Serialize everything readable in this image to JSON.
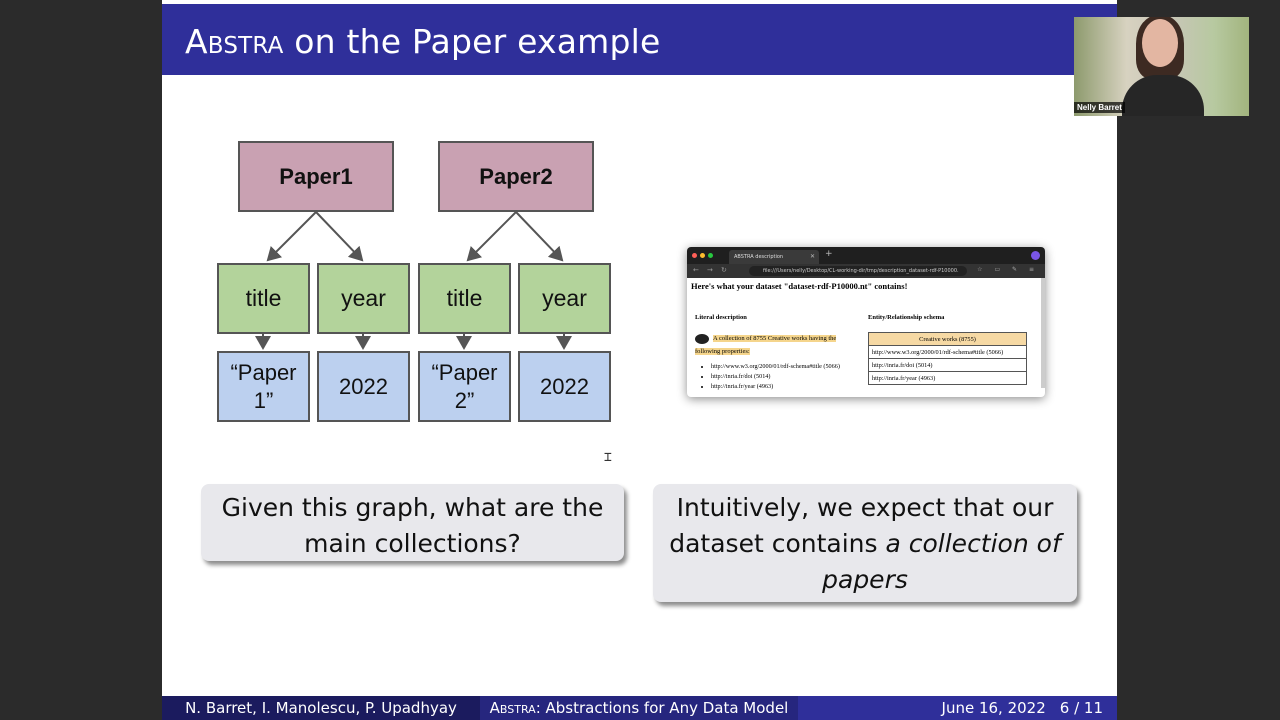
{
  "slide": {
    "title_sc": "Abstra",
    "title_rest": " on the Paper example",
    "diagram": {
      "papers": [
        "Paper1",
        "Paper2"
      ],
      "properties": [
        "title",
        "year",
        "title",
        "year"
      ],
      "values": [
        [
          "“Paper",
          "1”"
        ],
        [
          "2022"
        ],
        [
          "“Paper",
          "2”"
        ],
        [
          "2022"
        ]
      ]
    },
    "browser": {
      "tab_title": "ABSTRA description",
      "url": "file:///Users/nelly/Desktop/CL-working-dir/tmp/description_dataset-rdf-P10000.",
      "heading": "Here's what your dataset \"dataset-rdf-P10000.nt\" contains!",
      "literal_title": "Literal description",
      "er_title": "Entity/Relationship schema",
      "highlight": "A collection of 8755 Creative works having the following properties:",
      "list": [
        "http://www.w3.org/2000/01/rdf-schema#title (5066)",
        "http://inria.fr/doi (5014)",
        "http://inria.fr/year (4963)"
      ],
      "table_header": "Creative works (8755)",
      "table_rows": [
        "http://www.w3.org/2000/01/rdf-schema#title (5066)",
        "http://inria.fr/doi (5014)",
        "http://inria.fr/year (4963)"
      ]
    },
    "box_left": {
      "line1": "Given this graph, what are the",
      "line2": "main collections?"
    },
    "box_right": {
      "line1": "Intuitively, we expect that our",
      "line2_plain": "dataset contains ",
      "line2_italic": "a collection of",
      "line3_italic": "papers"
    },
    "footer": {
      "authors": "N. Barret, I. Manolescu, P. Upadhyay",
      "talk_sc": "Abstra",
      "talk_rest": ": Abstractions for Any Data Model",
      "date": "June 16, 2022",
      "page": "6 / 11"
    }
  },
  "webcam": {
    "name": "Nelly Barret"
  }
}
